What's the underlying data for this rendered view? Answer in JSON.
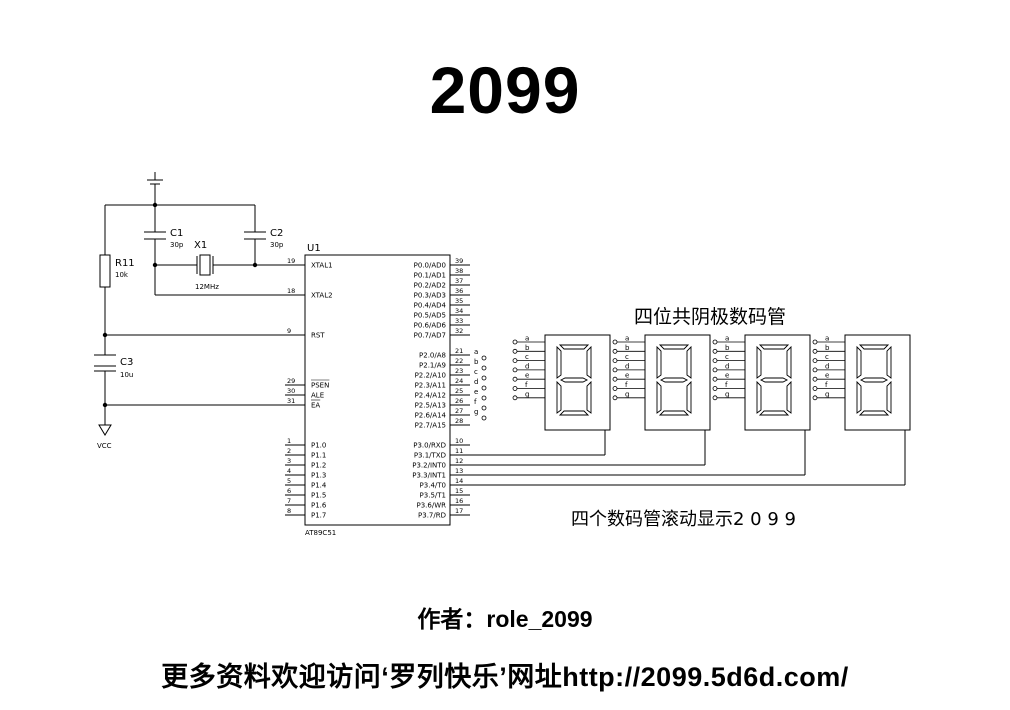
{
  "title": "2099",
  "component_labels": {
    "c1": "C1",
    "c1_val": "30p",
    "c2": "C2",
    "c2_val": "30p",
    "x1": "X1",
    "x1_val": "12MHz",
    "r11": "R11",
    "r11_val": "10k",
    "c3": "C3",
    "c3_val": "10u",
    "vcc": "VCC",
    "u1": "U1",
    "u1_part": "AT89C51"
  },
  "mcu_left_pins": [
    {
      "num": "19",
      "name": "XTAL1"
    },
    {
      "num": "18",
      "name": "XTAL2"
    },
    {
      "num": "9",
      "name": "RST"
    },
    {
      "num": "29",
      "name": "PSEN"
    },
    {
      "num": "30",
      "name": "ALE"
    },
    {
      "num": "31",
      "name": "EA"
    },
    {
      "num": "1",
      "name": "P1.0"
    },
    {
      "num": "2",
      "name": "P1.1"
    },
    {
      "num": "3",
      "name": "P1.2"
    },
    {
      "num": "4",
      "name": "P1.3"
    },
    {
      "num": "5",
      "name": "P1.4"
    },
    {
      "num": "6",
      "name": "P1.5"
    },
    {
      "num": "7",
      "name": "P1.6"
    },
    {
      "num": "8",
      "name": "P1.7"
    }
  ],
  "mcu_right_pins": [
    {
      "num": "39",
      "name": "P0.0/AD0"
    },
    {
      "num": "38",
      "name": "P0.1/AD1"
    },
    {
      "num": "37",
      "name": "P0.2/AD2"
    },
    {
      "num": "36",
      "name": "P0.3/AD3"
    },
    {
      "num": "35",
      "name": "P0.4/AD4"
    },
    {
      "num": "34",
      "name": "P0.5/AD5"
    },
    {
      "num": "33",
      "name": "P0.6/AD6"
    },
    {
      "num": "32",
      "name": "P0.7/AD7"
    },
    {
      "num": "21",
      "name": "P2.0/A8",
      "net": "a"
    },
    {
      "num": "22",
      "name": "P2.1/A9",
      "net": "b"
    },
    {
      "num": "23",
      "name": "P2.2/A10",
      "net": "c"
    },
    {
      "num": "24",
      "name": "P2.3/A11",
      "net": "d"
    },
    {
      "num": "25",
      "name": "P2.4/A12",
      "net": "e"
    },
    {
      "num": "26",
      "name": "P2.5/A13",
      "net": "f"
    },
    {
      "num": "27",
      "name": "P2.6/A14",
      "net": "g"
    },
    {
      "num": "28",
      "name": "P2.7/A15"
    },
    {
      "num": "10",
      "name": "P3.0/RXD"
    },
    {
      "num": "11",
      "name": "P3.1/TXD"
    },
    {
      "num": "12",
      "name": "P3.2/INT0"
    },
    {
      "num": "13",
      "name": "P3.3/INT1"
    },
    {
      "num": "14",
      "name": "P3.4/T0"
    },
    {
      "num": "15",
      "name": "P3.5/T1"
    },
    {
      "num": "16",
      "name": "P3.6/WR"
    },
    {
      "num": "17",
      "name": "P3.7/RD"
    }
  ],
  "segment_labels": [
    "a",
    "b",
    "c",
    "d",
    "e",
    "f",
    "g"
  ],
  "display_count": 4,
  "display_caption": "四位共阴极数码管",
  "scroll_caption": "四个数码管滚动显示2 0 9 9",
  "author": "作者：role_2099",
  "footer": "更多资料欢迎访问‘罗列快乐’网址http://2099.5d6d.com/"
}
